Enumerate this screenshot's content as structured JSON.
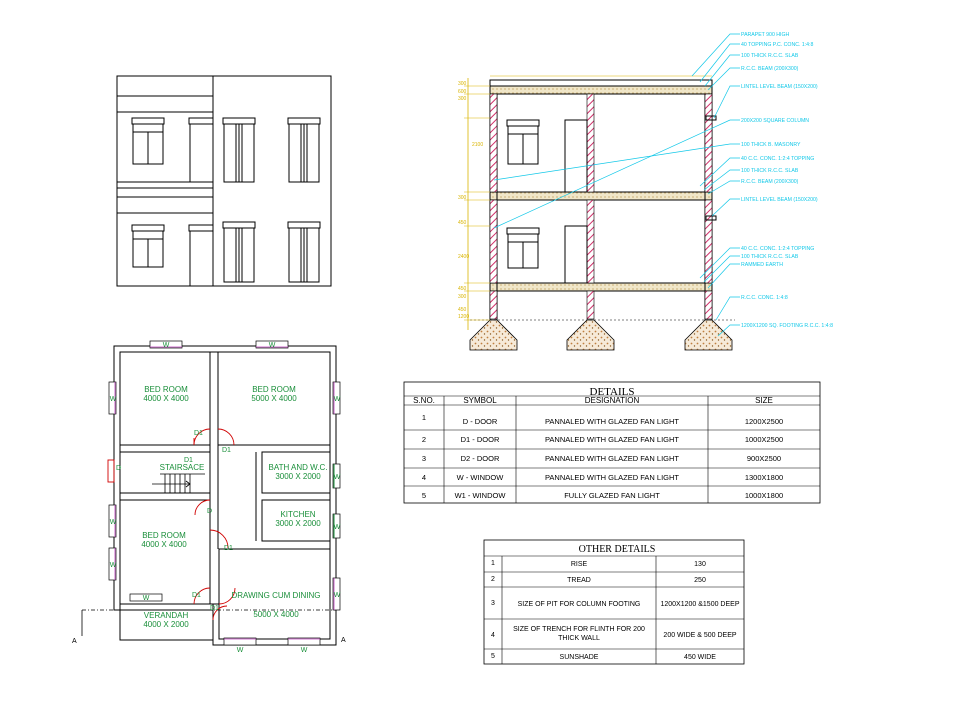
{
  "plan": {
    "rooms": [
      {
        "name": "BED ROOM",
        "size": "4000 X 4000"
      },
      {
        "name": "BED ROOM",
        "size": "5000 X 4000"
      },
      {
        "name": "STAIRSACE",
        "size": ""
      },
      {
        "name": "BATH AND W.C.",
        "size": "3000 X 2000"
      },
      {
        "name": "KITCHEN",
        "size": "3000 X 2000"
      },
      {
        "name": "BED ROOM",
        "size": "4000 X 4000"
      },
      {
        "name": "DRAWING CUM DINING",
        "size": "5000 X 4000"
      },
      {
        "name": "VERANDAH",
        "size": "4000 X 2000"
      }
    ],
    "marks": {
      "window": "W",
      "door": "D",
      "door1": "D1",
      "section": "A"
    }
  },
  "section": {
    "callouts": [
      "PARAPET 900 HIGH",
      "40 TOPPING P.C. CONC. 1:4:8",
      "100 THICK R.C.C. SLAB",
      "R.C.C. BEAM (200X300)",
      "LINTEL LEVEL BEAM (150X200)",
      "200X200 SQUARE COLUMN",
      "100 THICK B. MASONRY",
      "40 C.C. CONC. 1:2:4 TOPPING",
      "100 THICK R.C.C. SLAB",
      "R.C.C. BEAM (200X300)",
      "LINTEL LEVEL BEAM (150X200)",
      "40 C.C. CONC. 1:2:4 TOPPING",
      "100 THICK R.C.C. SLAB",
      "RAMMED EARTH",
      "R.C.C. CONC. 1:4:8",
      "1200X1200 SQ. FOOTING R.C.C. 1:4:8"
    ],
    "dims": [
      "300",
      "600",
      "300",
      "2100",
      "300",
      "450",
      "2400",
      "450",
      "300",
      "450",
      "1200"
    ]
  },
  "details": {
    "title": "DETAILS",
    "headers": [
      "S.NO.",
      "SYMBOL",
      "DESIGNATION",
      "SIZE"
    ],
    "rows": [
      [
        "1",
        "D - DOOR",
        "PANNALED WITH GLAZED FAN LIGHT",
        "1200X2500"
      ],
      [
        "2",
        "D1 - DOOR",
        "PANNALED WITH GLAZED FAN LIGHT",
        "1000X2500"
      ],
      [
        "3",
        "D2 - DOOR",
        "PANNALED WITH GLAZED FAN LIGHT",
        "900X2500"
      ],
      [
        "4",
        "W - WINDOW",
        "PANNALED WITH GLAZED FAN LIGHT",
        "1300X1800"
      ],
      [
        "5",
        "W1 - WINDOW",
        "FULLY GLAZED FAN LIGHT",
        "1000X1800"
      ]
    ]
  },
  "other": {
    "title": "OTHER DETAILS",
    "rows": [
      [
        "1",
        "RISE",
        "130"
      ],
      [
        "2",
        "TREAD",
        "250"
      ],
      [
        "3",
        "SIZE OF PIT FOR COLUMN FOOTING",
        "1200X1200 &1500 DEEP"
      ],
      [
        "4",
        "SIZE OF TRENCH FOR FLINTH FOR 200 THICK WALL",
        "200 WIDE & 500 DEEP"
      ],
      [
        "5",
        "SUNSHADE",
        "450 WIDE"
      ]
    ]
  },
  "colors": {
    "room_text": "#1a8f3a",
    "callout": "#12c8e8",
    "dims": "#d9b400",
    "column": "#d0306a",
    "footing": "#d8a060"
  }
}
